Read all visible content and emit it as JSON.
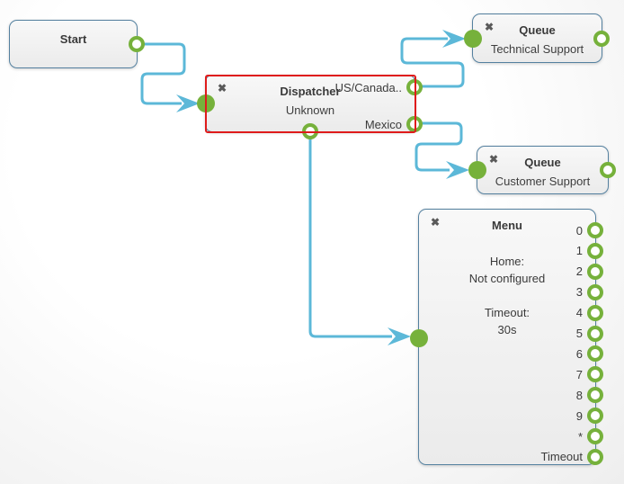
{
  "diagram": {
    "icons": {
      "delete": "✖"
    },
    "nodes": {
      "start": {
        "title": "Start"
      },
      "dispatcher": {
        "title": "Dispatcher",
        "subtitle": "Unknown",
        "selected": true,
        "outputs": {
          "us_canada": "US/Canada..",
          "mexico": "Mexico"
        }
      },
      "queue_technical": {
        "title": "Queue",
        "subtitle": "Technical Support"
      },
      "queue_customer": {
        "title": "Queue",
        "subtitle": "Customer Support"
      },
      "menu": {
        "title": "Menu",
        "body_lines": [
          "Home:",
          "Not configured",
          "",
          "Timeout:",
          "30s"
        ],
        "ports": [
          "0",
          "1",
          "2",
          "3",
          "4",
          "5",
          "6",
          "7",
          "8",
          "9",
          "*",
          "Timeout"
        ]
      }
    },
    "connections": [
      {
        "from": "start",
        "to": "dispatcher"
      },
      {
        "from": "dispatcher:us_canada",
        "to": "queue_technical"
      },
      {
        "from": "dispatcher:mexico",
        "to": "queue_customer"
      },
      {
        "from": "dispatcher:bottom",
        "to": "menu"
      }
    ],
    "colors": {
      "connector": "#5cb8d8",
      "port": "#76b13b",
      "node_border": "#54809f",
      "selection": "#df1b1b",
      "text": "#3a3a3a"
    }
  }
}
